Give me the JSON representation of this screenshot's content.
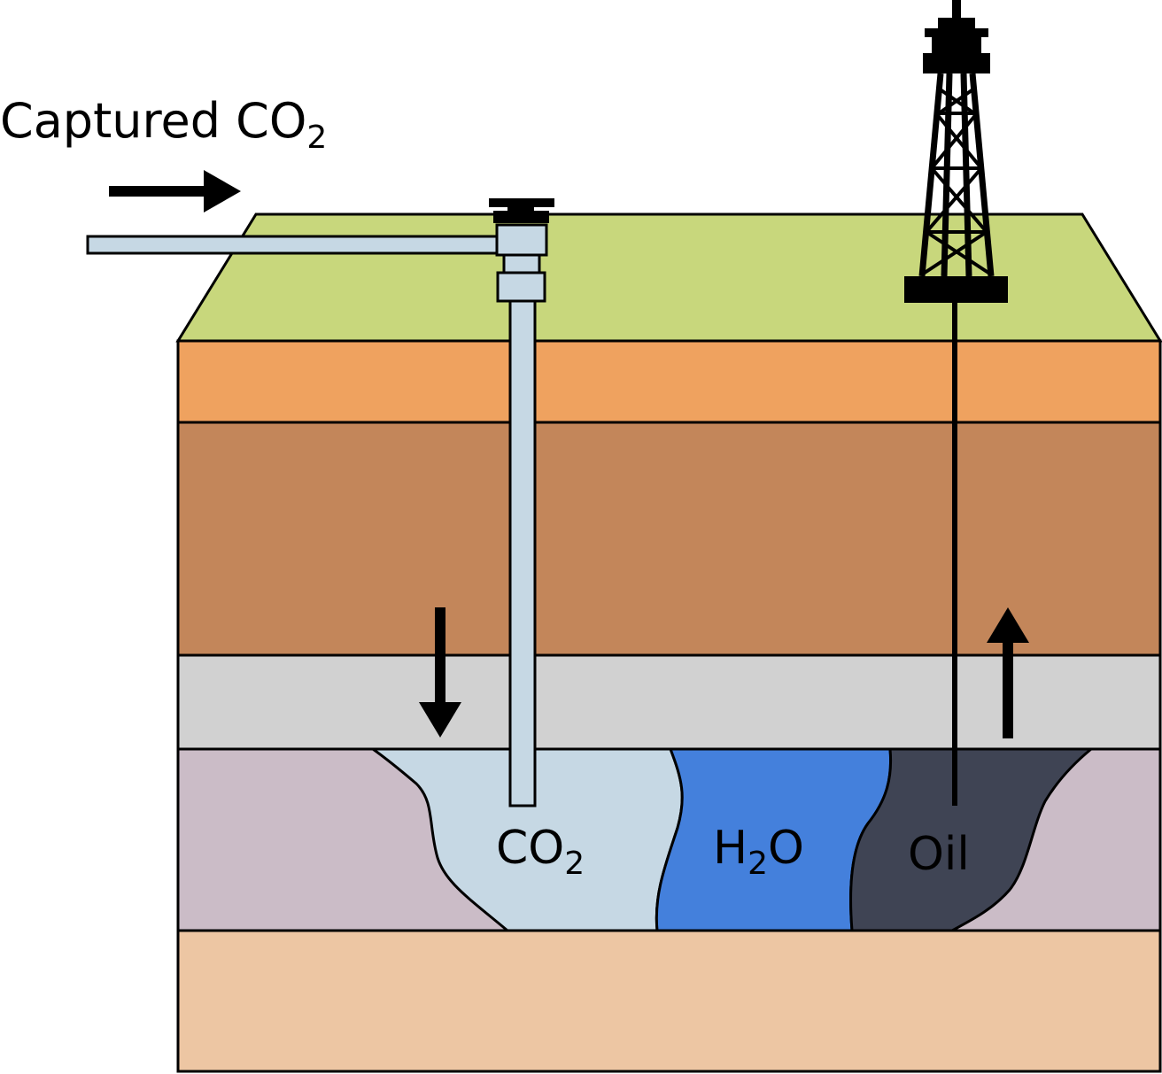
{
  "labels": {
    "captured_main": "Captured CO",
    "captured_sub": "2",
    "co2_main": "CO",
    "co2_sub": "2",
    "h2o_h": "H",
    "h2o_sub": "2",
    "h2o_o": "O",
    "oil": "Oil"
  },
  "colors": {
    "surface": "#c8d77c",
    "layer_orange": "#efa25f",
    "layer_brown": "#c3865a",
    "caprock": "#d1d1d1",
    "reservoir_rock": "#cbbcc7",
    "basement": "#edc6a3",
    "co2_fluid": "#c6d8e4",
    "water": "#4480dc",
    "oil": "#3f4454",
    "pipe": "#c6d8e4",
    "outline": "#000000"
  },
  "icons": {
    "input_arrow": "arrow-right-icon",
    "injection_arrow": "arrow-down-icon",
    "production_arrow": "arrow-up-icon",
    "wellhead": "wellhead-valve-icon",
    "derrick": "oil-derrick-icon"
  }
}
